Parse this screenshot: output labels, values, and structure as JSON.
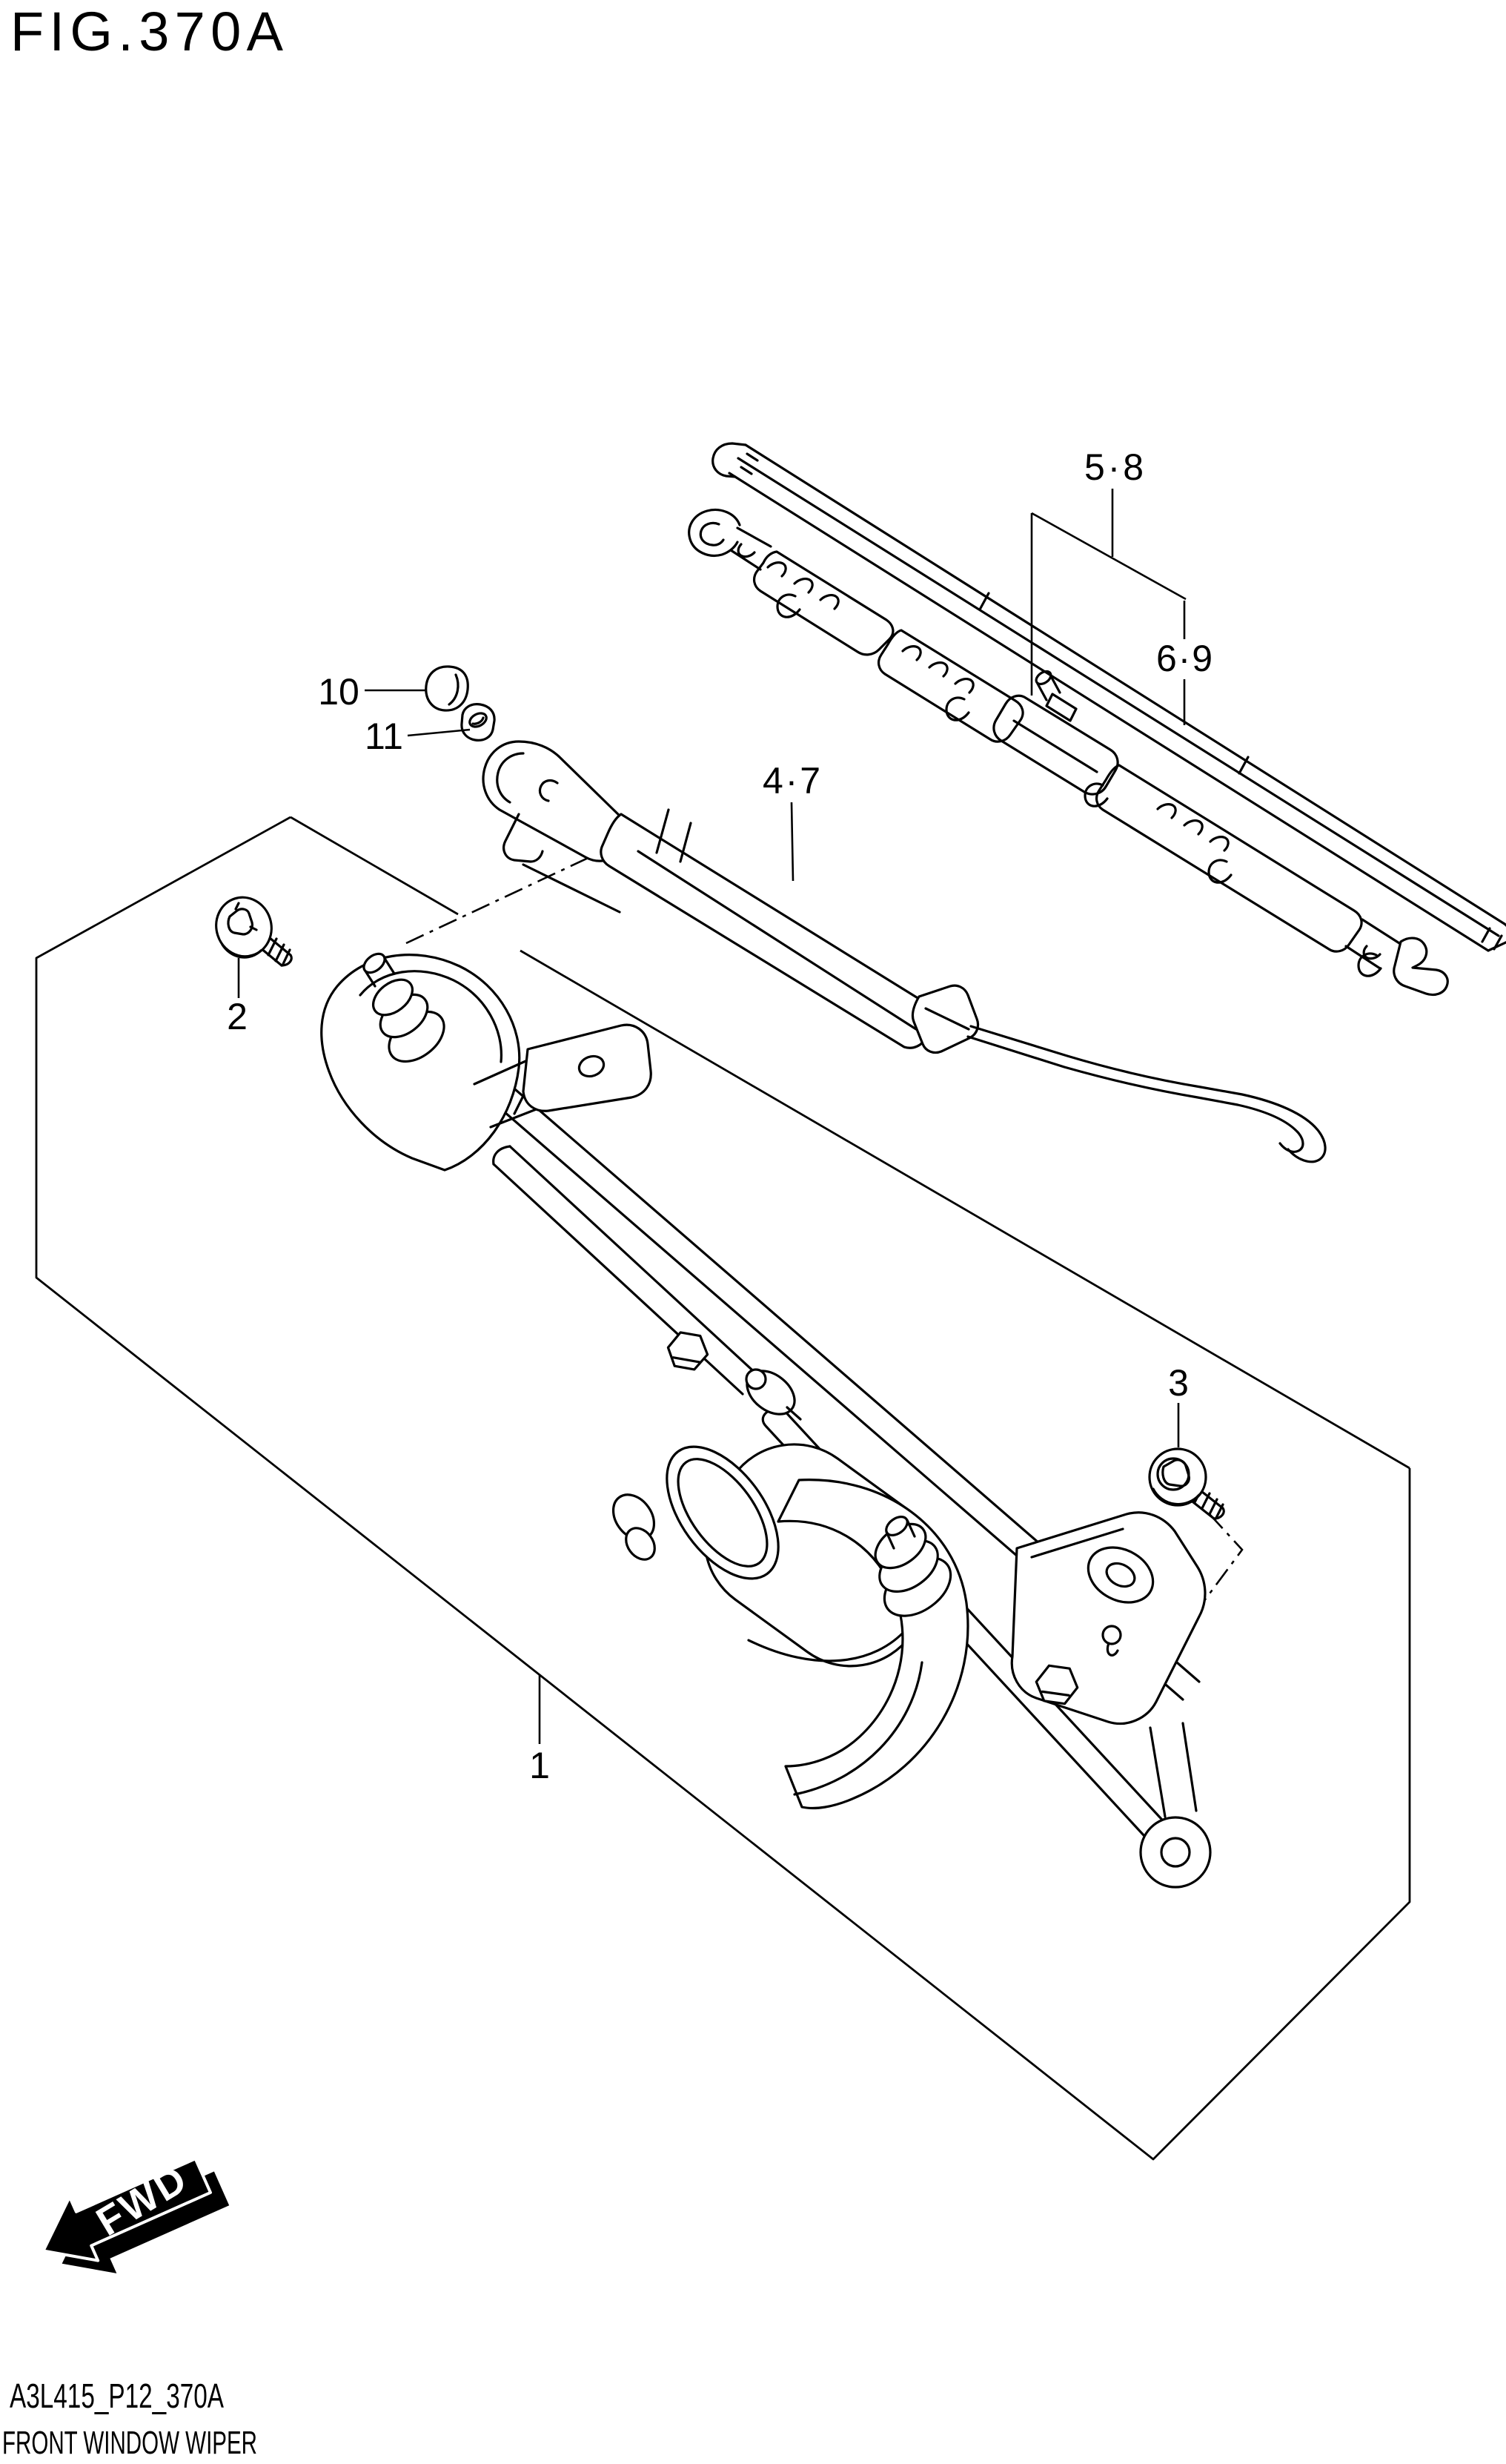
{
  "title": "FIG.370A",
  "labels": {
    "n58": "5·8",
    "n69": "6·9",
    "n10": "10",
    "n11": "11",
    "n47": "4·7",
    "n2": "2",
    "n3": "3",
    "n1": "1"
  },
  "fwd": "FWD",
  "footer": {
    "code": "A3L415_P12_370A",
    "caption": "FRONT WINDOW WIPER"
  },
  "colors": {
    "line": "#000000",
    "background": "#ffffff"
  }
}
